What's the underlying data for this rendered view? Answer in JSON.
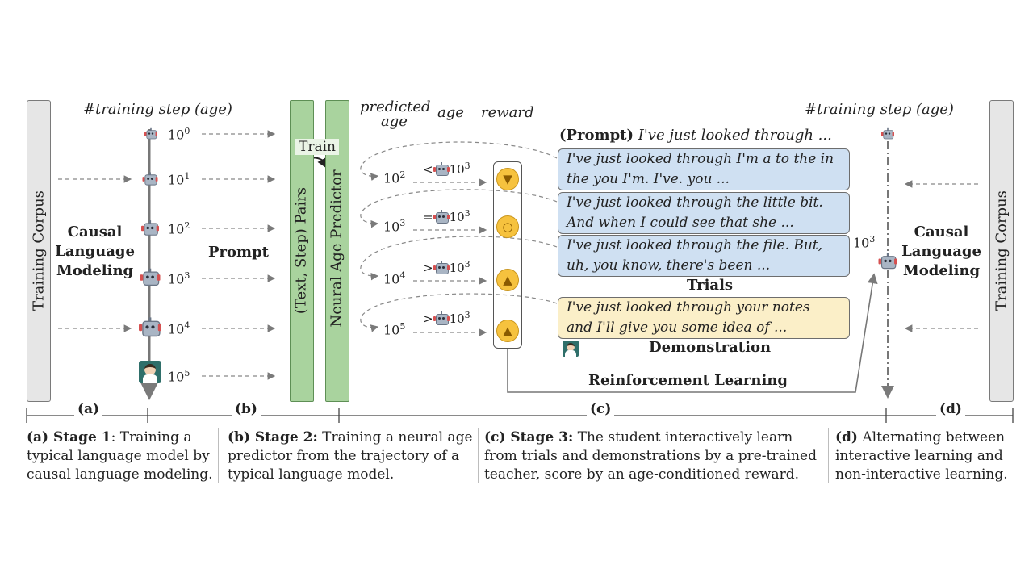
{
  "stage_a": {
    "axis_title": "#training step (age)",
    "corpus_label": "Training Corpus",
    "model_label_1": "Causal",
    "model_label_2": "Language",
    "model_label_3": "Modeling",
    "steps": [
      "10",
      "10",
      "10",
      "10",
      "10",
      "10"
    ],
    "exps": [
      "0",
      "1",
      "2",
      "3",
      "4",
      "5"
    ],
    "section_label": "(a)"
  },
  "stage_b": {
    "prompt_label": "Prompt",
    "pairs_label": "(Text, Step) Pairs",
    "predictor_label": "Neural Age Predictor",
    "train_label": "Train",
    "section_label": "(b)"
  },
  "stage_c": {
    "col_predicted": "predicted",
    "col_predicted_2": "age",
    "col_age": "age",
    "col_reward": "reward",
    "rows": [
      {
        "pred": "10",
        "pexp": "2",
        "cmp": "<",
        "ref": "10",
        "rexp": "3",
        "reward": "down"
      },
      {
        "pred": "10",
        "pexp": "3",
        "cmp": "=",
        "ref": "10",
        "rexp": "3",
        "reward": "ok"
      },
      {
        "pred": "10",
        "pexp": "4",
        "cmp": ">",
        "ref": "10",
        "rexp": "3",
        "reward": "up"
      },
      {
        "pred": "10",
        "pexp": "5",
        "cmp": ">",
        "ref": "10",
        "rexp": "3",
        "reward": "up"
      }
    ],
    "prompt_prefix": "(Prompt)",
    "prompt_text": "I've just looked through ...",
    "trials": [
      {
        "line1": "I've just looked through I'm a to the in",
        "line2": "the you I'm. I've. you ..."
      },
      {
        "line1": "I've just looked through the little bit.",
        "line2": "And when I could see that she ..."
      },
      {
        "line1": "I've just looked through the file. But,",
        "line2": "uh, you know, there's been ..."
      }
    ],
    "trials_label": "Trials",
    "demo": {
      "line1": "I've just looked through your notes",
      "line2": "and I'll give you some idea of ..."
    },
    "demo_label": "Demonstration",
    "rl_label": "Reinforcement Learning",
    "section_label": "(c)"
  },
  "stage_d": {
    "axis_title": "#training step (age)",
    "step": "10",
    "step_exp": "3",
    "model_label_1": "Causal",
    "model_label_2": "Language",
    "model_label_3": "Modeling",
    "corpus_label": "Training Corpus",
    "section_label": "(d)"
  },
  "captions": {
    "a_head": "(a) Stage 1",
    "a_body": ": Training a typical language model by causal language modeling.",
    "b_head": "(b) Stage 2:",
    "b_body": " Training a neural age predictor from the trajectory of a typical language model.",
    "c_head": "(c) Stage 3:",
    "c_body": " The student interactively learn from trials and demonstrations by a pre-trained teacher, score by an age-conditioned reward.",
    "d_head": "(d)",
    "d_body": " Alternating between interactive learning and non-interactive learning."
  },
  "colors": {
    "green_bar": "#a9d39e",
    "blue_bubble": "#cfe0f2",
    "yellow_bubble": "#fbefc8",
    "corpus_bar": "#e6e6e6"
  }
}
